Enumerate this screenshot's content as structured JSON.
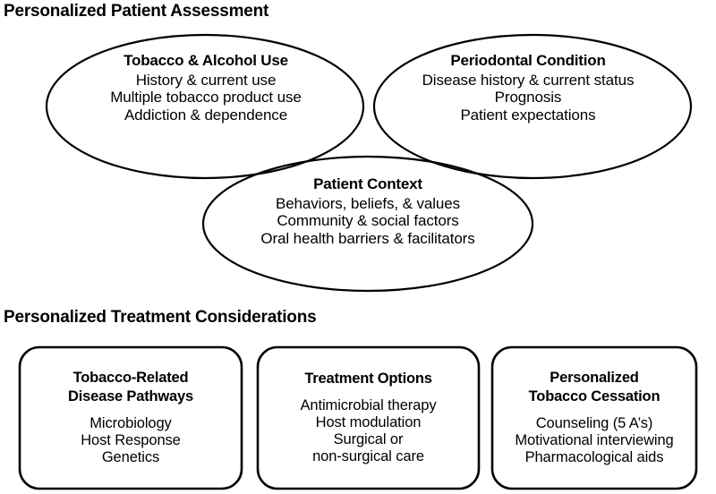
{
  "figure": {
    "sections": {
      "assessment": {
        "heading": "Personalized Patient Assessment"
      },
      "treatment": {
        "heading": "Personalized Treatment Considerations"
      }
    },
    "venn": {
      "shape": "ellipse",
      "nodes": [
        {
          "id": "tobacco-alcohol-use",
          "title": "Tobacco & Alcohol Use",
          "items": [
            "History & current use",
            "Multiple tobacco product use",
            "Addiction & dependence"
          ]
        },
        {
          "id": "periodontal-condition",
          "title": "Periodontal Condition",
          "items": [
            "Disease history & current status",
            "Prognosis",
            "Patient expectations"
          ]
        },
        {
          "id": "patient-context",
          "title": "Patient Context",
          "items": [
            "Behaviors, beliefs, & values",
            "Community & social factors",
            "Oral health barriers & facilitators"
          ]
        }
      ]
    },
    "boxes": [
      {
        "id": "tobacco-related-disease-pathways",
        "title_line_1": "Tobacco-Related",
        "title_line_2": "Disease Pathways",
        "items": [
          "Microbiology",
          "Host Response",
          "Genetics"
        ]
      },
      {
        "id": "treatment-options",
        "title_line_1": "Treatment Options",
        "title_line_2": "",
        "items": [
          "Antimicrobial therapy",
          "Host modulation",
          "Surgical or",
          "non-surgical care"
        ]
      },
      {
        "id": "personalized-tobacco-cessation",
        "title_line_1": "Personalized",
        "title_line_2": "Tobacco Cessation",
        "items": [
          "Counseling (5 A’s)",
          "Motivational interviewing",
          "Pharmacological aids"
        ]
      }
    ],
    "colors": {
      "stroke": "#000000",
      "background": "#ffffff",
      "text": "#000000"
    }
  }
}
